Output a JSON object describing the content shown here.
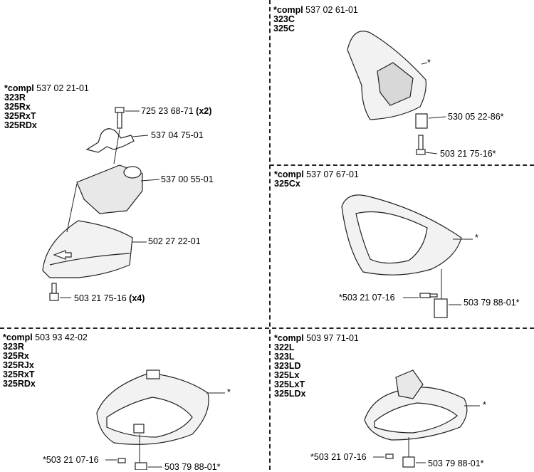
{
  "sections": [
    {
      "id": "a",
      "compl_prefix": "*compl",
      "compl_number": "537 02 21-01",
      "models": [
        "323R",
        "325Rx",
        "325RxT",
        "325RDx"
      ],
      "labels": [
        {
          "number": "725 23 68-71",
          "qty": "(x2)"
        },
        {
          "number": "537 04 75-01",
          "qty": ""
        },
        {
          "number": "537 00 55-01",
          "qty": ""
        },
        {
          "number": "502 27 22-01",
          "qty": ""
        },
        {
          "number": "503 21 75-16",
          "qty": "(x4)"
        }
      ]
    },
    {
      "id": "b",
      "compl_prefix": "*compl",
      "compl_number": "537 02 61-01",
      "models": [
        "323C",
        "325C"
      ],
      "labels": [
        {
          "number": "*",
          "qty": ""
        },
        {
          "number": "530 05 22-86*",
          "qty": ""
        },
        {
          "number": "503 21 75-16*",
          "qty": ""
        }
      ]
    },
    {
      "id": "c",
      "compl_prefix": "*compl",
      "compl_number": "537 07 67-01",
      "models": [
        "325Cx"
      ],
      "labels": [
        {
          "number": "*",
          "qty": ""
        },
        {
          "number": "*503 21 07-16",
          "qty": ""
        },
        {
          "number": "503 79 88-01*",
          "qty": ""
        }
      ]
    },
    {
      "id": "d",
      "compl_prefix": "*compl",
      "compl_number": "503 93 42-02",
      "models": [
        "323R",
        "325Rx",
        "325RJx",
        "325RxT",
        "325RDx"
      ],
      "labels": [
        {
          "number": "*",
          "qty": ""
        },
        {
          "number": "*503 21 07-16",
          "qty": ""
        },
        {
          "number": "503 79 88-01*",
          "qty": ""
        }
      ]
    },
    {
      "id": "e",
      "compl_prefix": "*compl",
      "compl_number": "503 97 71-01",
      "models": [
        "322L",
        "323L",
        "323LD",
        "325Lx",
        "325LxT",
        "325LDx"
      ],
      "labels": [
        {
          "number": "*",
          "qty": ""
        },
        {
          "number": "*503 21 07-16",
          "qty": ""
        },
        {
          "number": "503 79 88-01*",
          "qty": ""
        }
      ]
    }
  ]
}
